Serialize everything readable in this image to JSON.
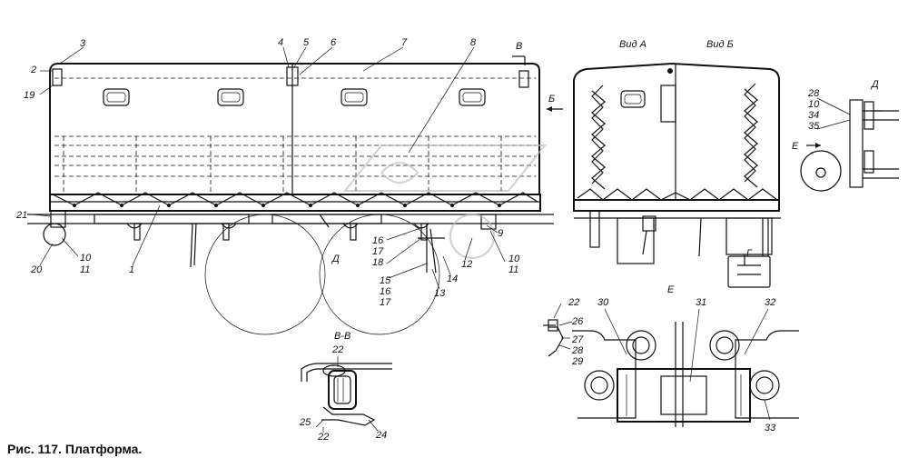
{
  "caption": "Рис. 117. Платформа.",
  "views": {
    "view_a": "Вид А",
    "view_b": "Вид Б",
    "section_d": "Д",
    "section_e": "Е",
    "section_vv": "В-В",
    "arrow_v": "В",
    "arrow_b": "Б",
    "arrow_d": "Д",
    "arrow_g": "Г",
    "arrow_e": "Е"
  },
  "callouts_main": [
    "2",
    "3",
    "19",
    "4",
    "5",
    "6",
    "7",
    "8",
    "21",
    "20",
    "10",
    "11",
    "1",
    "16",
    "17",
    "18",
    "15",
    "16",
    "17",
    "13",
    "14",
    "12",
    "9",
    "10",
    "11"
  ],
  "callouts_d": [
    "28",
    "10",
    "34",
    "35"
  ],
  "callouts_vv": [
    "22",
    "25",
    "22",
    "24"
  ],
  "callouts_e": [
    "22",
    "26",
    "27",
    "28",
    "29",
    "30",
    "31",
    "32",
    "33"
  ]
}
